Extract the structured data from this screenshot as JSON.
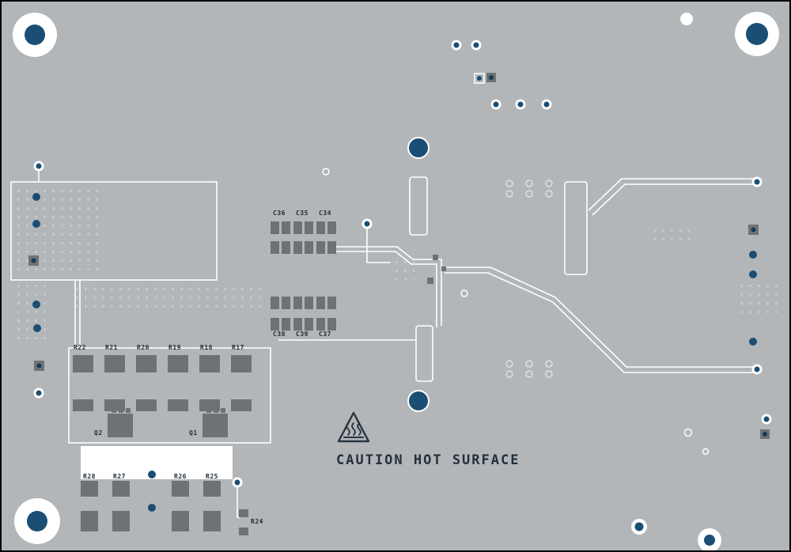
{
  "board": {
    "type": "pcb-layout-view",
    "colors": {
      "substrate": "#b2b6b8",
      "board_outline": "#000000",
      "silkscreen": "#ffffff",
      "via_drill": "#1a4e74",
      "smd_pad": "#6d7275",
      "legend_text": "#1d2935",
      "thermal_dot": "#c9cccd"
    }
  },
  "warning": {
    "text": "CAUTION HOT SURFACE",
    "icon": "hot-surface-warning-icon"
  },
  "refdes": {
    "caps_top": [
      "C36",
      "C35",
      "C34"
    ],
    "caps_bottom": [
      "C38",
      "C39",
      "C37"
    ],
    "res_bank": [
      "R22",
      "R21",
      "R20",
      "R19",
      "R18",
      "R17"
    ],
    "res_lower": [
      "R28",
      "R27",
      "R26",
      "R25"
    ],
    "res_single": "R24",
    "transistors": [
      "Q2",
      "Q1"
    ]
  }
}
